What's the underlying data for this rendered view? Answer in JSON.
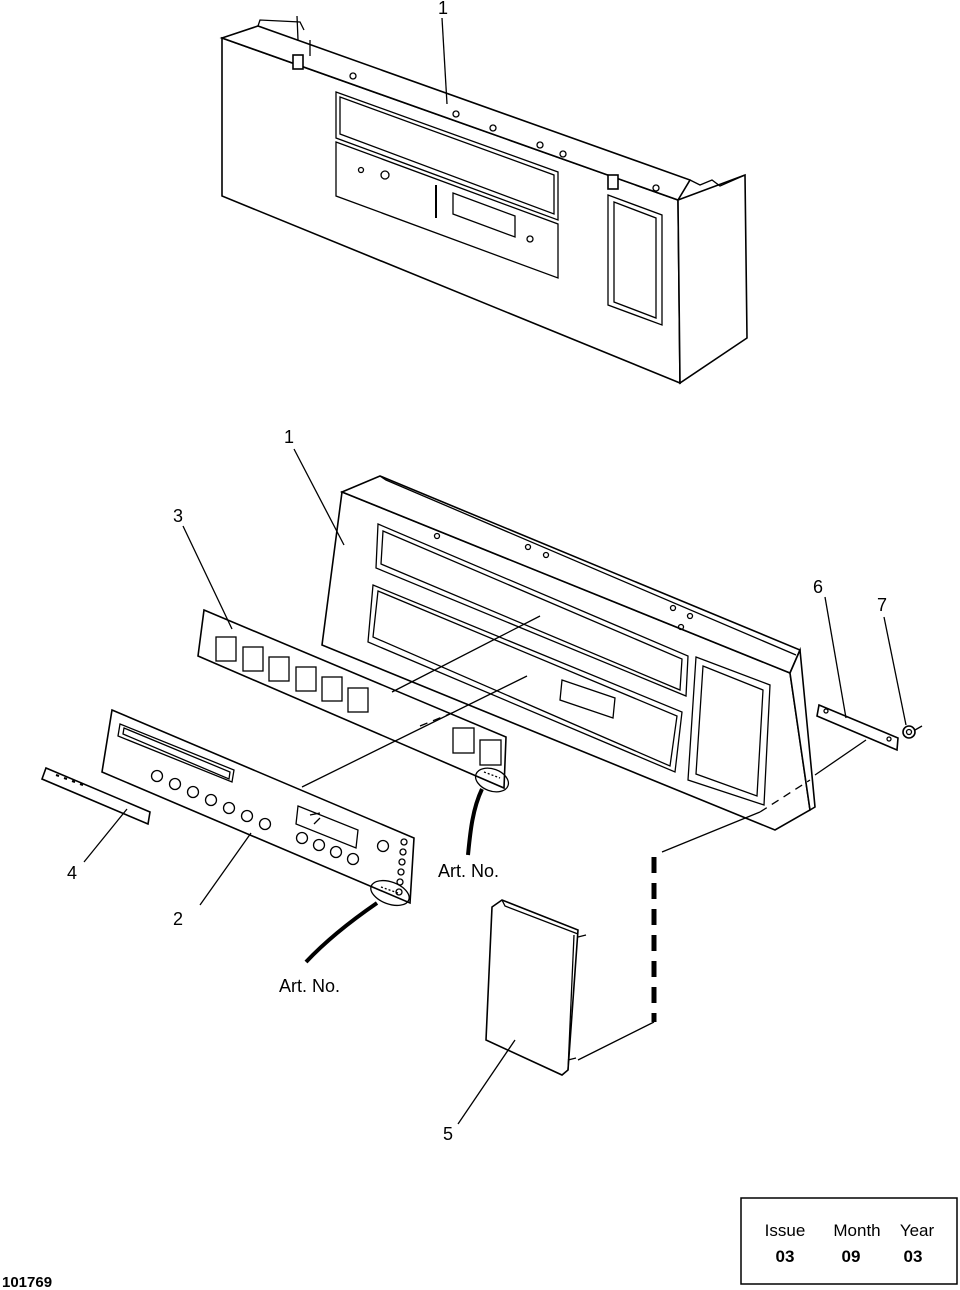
{
  "callouts": {
    "top_panel": "1",
    "main_panel": "1",
    "overlay": "3",
    "facia": "2",
    "trim_strip": "4",
    "door": "5",
    "bracket": "6",
    "nut": "7"
  },
  "art_no_labels": {
    "overlay": "Art. No.",
    "facia": "Art. No."
  },
  "document_number": "101769",
  "title_block": {
    "issue_label": "Issue",
    "month_label": "Month",
    "year_label": "Year",
    "issue_value": "03",
    "month_value": "09",
    "year_value": "03"
  }
}
